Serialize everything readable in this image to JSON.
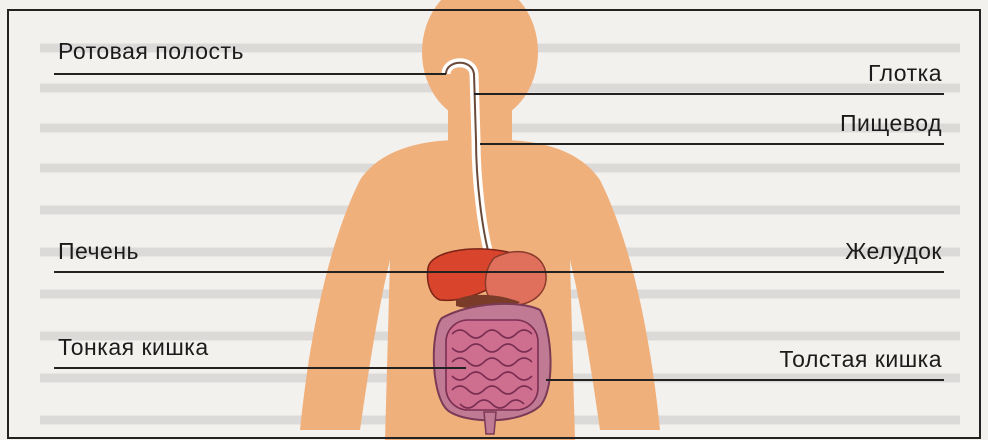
{
  "labels": {
    "mouth": "Ротовая  полость",
    "pharynx": "Глотка",
    "esophagus": "Пищевод",
    "liver": "Печень",
    "stomach": "Желудок",
    "small_intestine": "Тонкая  кишка",
    "large_intestine": "Толстая  кишка"
  },
  "colors": {
    "body": "#f0b07c",
    "liver": "#d9442c",
    "stomach": "#e0705c",
    "intestine": "#cf6f90",
    "large_intestine": "#c07a94",
    "line": "#222222",
    "frame": "#222222"
  }
}
